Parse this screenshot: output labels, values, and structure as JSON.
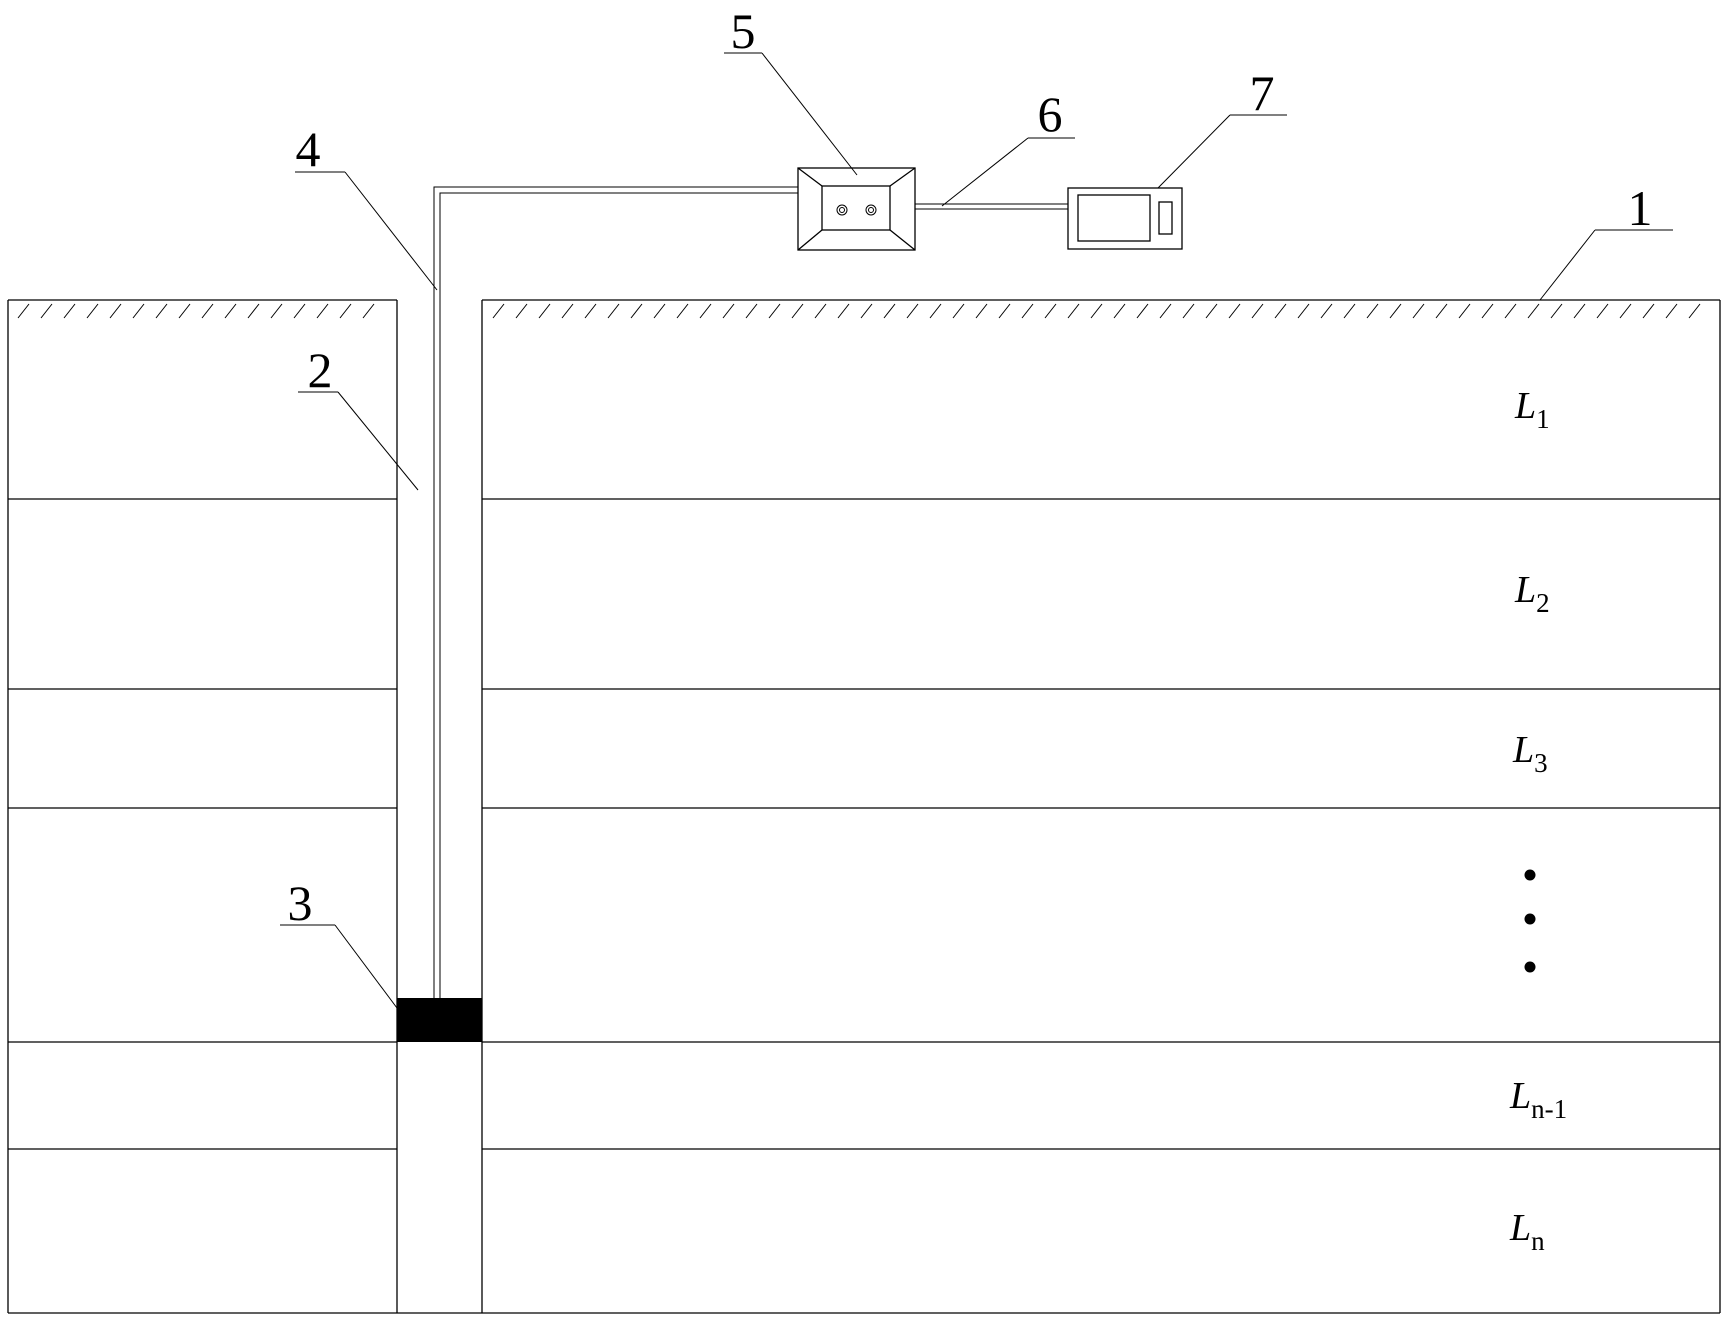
{
  "callouts": {
    "c1": "1",
    "c2": "2",
    "c3": "3",
    "c4": "4",
    "c5": "5",
    "c6": "6",
    "c7": "7"
  },
  "layers": [
    {
      "base": "L",
      "sub": "1"
    },
    {
      "base": "L",
      "sub": "2"
    },
    {
      "base": "L",
      "sub": "3"
    },
    {
      "base": "L",
      "sub": "n-1"
    },
    {
      "base": "L",
      "sub": "n"
    }
  ],
  "colors": {
    "line": "#000000",
    "sensor_fill": "#000000",
    "background": "#ffffff"
  }
}
